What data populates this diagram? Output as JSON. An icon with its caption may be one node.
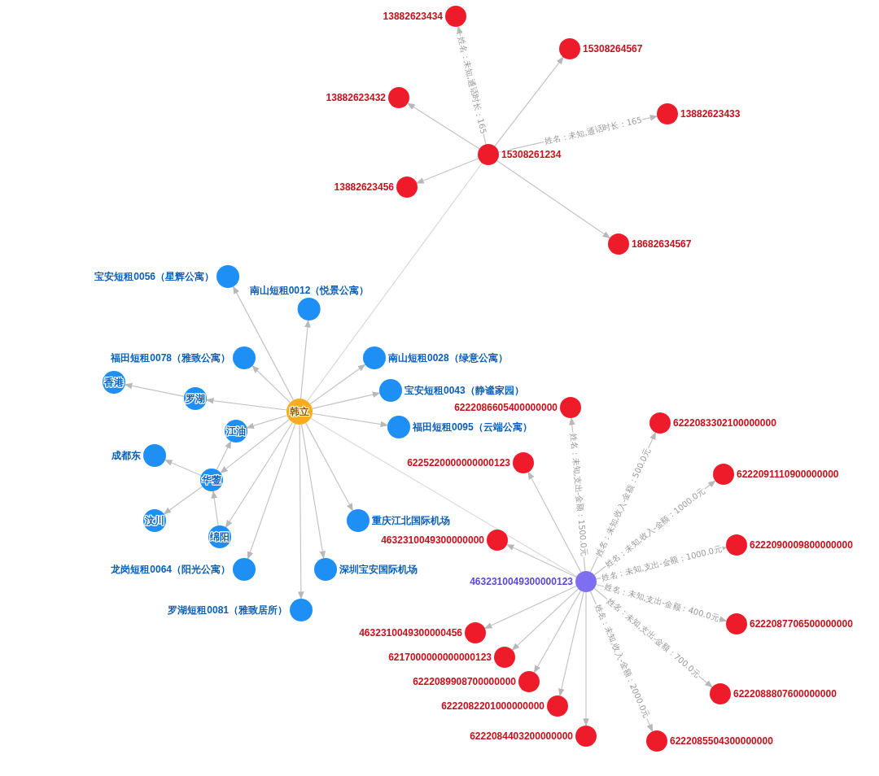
{
  "diagram": {
    "nodes": [
      {
        "text": [
          "韩立"
        ]
      },
      {
        "text": [
          "南山短租0012（悦景公寓）"
        ]
      },
      {
        "text": [
          "宝安短租0056（星辉公寓）"
        ]
      },
      {
        "text": [
          "南山短租0028（绿意公寓）"
        ]
      },
      {
        "text": [
          "香港"
        ]
      },
      {
        "text": [
          "福田短租0078（雅致公寓）"
        ]
      },
      {
        "text": [
          "罗湖"
        ]
      },
      {
        "text": [
          "宝安短租0043（静谧家园）"
        ]
      },
      {
        "text": [
          "江油"
        ]
      },
      {
        "text": [
          "福田短租0095（云端公寓）"
        ]
      },
      {
        "text": [
          "成都东"
        ]
      },
      {
        "text": [
          "华蓥"
        ]
      },
      {
        "text": [
          "重庆江北国际机场"
        ]
      },
      {
        "text": [
          "罗湖短租0081（雅致居所）"
        ]
      },
      {
        "text": [
          "汶川"
        ]
      },
      {
        "text": [
          "绵阳"
        ]
      },
      {
        "text": [
          "深圳宝安国际机场"
        ]
      },
      {
        "text": [
          "龙岗短租0064（阳光公寓）"
        ]
      },
      {
        "text": [
          "15308261234"
        ]
      },
      {
        "text": [
          "13882623434"
        ]
      },
      {
        "text": [
          "13882623432"
        ]
      },
      {
        "text": [
          "15308264567"
        ]
      },
      {
        "text": [
          "13882623433"
        ]
      },
      {
        "text": [
          "13882623456"
        ]
      },
      {
        "text": [
          "18682634567"
        ]
      },
      {
        "text": [
          "4632310049300000123"
        ]
      },
      {
        "text": [
          "6222086605400000000"
        ]
      },
      {
        "text": [
          "6222083302100000000"
        ]
      },
      {
        "text": [
          "6225220000000000123"
        ]
      },
      {
        "text": [
          "6222091110900000000"
        ]
      },
      {
        "text": [
          "4632310049300000000"
        ]
      },
      {
        "text": [
          "6222090009800000000"
        ]
      },
      {
        "text": [
          "4632310049300000456"
        ]
      },
      {
        "text": [
          "6222087706500000000"
        ]
      },
      {
        "text": [
          "6217000000000000123"
        ]
      },
      {
        "text": [
          "6222088807600000000"
        ]
      },
      {
        "text": [
          "6222089908700000000"
        ]
      },
      {
        "text": [
          "6222084403200000000"
        ]
      },
      {
        "text": [
          "6222085504300000000"
        ]
      },
      {
        "text": [
          "6222082201000000000"
        ]
      }
    ],
    "edges": [
      {
        "from": 0,
        "to": 1,
        "arrow": "to"
      },
      {
        "from": 0,
        "to": 2,
        "arrow": "to"
      },
      {
        "from": 0,
        "to": 3,
        "arrow": "to"
      },
      {
        "from": 0,
        "to": 5,
        "arrow": "to"
      },
      {
        "from": 0,
        "to": 6,
        "arrow": "to"
      },
      {
        "from": 6,
        "to": 4,
        "arrow": "to"
      },
      {
        "from": 0,
        "to": 7,
        "arrow": "to"
      },
      {
        "from": 0,
        "to": 8,
        "arrow": "to"
      },
      {
        "from": 0,
        "to": 9,
        "arrow": "to"
      },
      {
        "from": 0,
        "to": 11,
        "arrow": "to"
      },
      {
        "from": 11,
        "to": 8,
        "arrow": "to"
      },
      {
        "from": 11,
        "to": 10,
        "arrow": "to"
      },
      {
        "from": 11,
        "to": 14,
        "arrow": "to"
      },
      {
        "from": 15,
        "to": 11,
        "arrow": "to"
      },
      {
        "from": 0,
        "to": 15,
        "arrow": "to"
      },
      {
        "from": 0,
        "to": 12,
        "arrow": "to"
      },
      {
        "from": 0,
        "to": 13,
        "arrow": "to"
      },
      {
        "from": 0,
        "to": 16,
        "arrow": "to"
      },
      {
        "from": 0,
        "to": 17,
        "arrow": "to"
      },
      {
        "from": 0,
        "to": 18,
        "arrow": "none"
      },
      {
        "from": 0,
        "to": 25,
        "arrow": "none"
      },
      {
        "from": 18,
        "to": 19,
        "arrow": "to",
        "label": "姓名：未知,通话时长：165"
      },
      {
        "from": 18,
        "to": 20,
        "arrow": "to"
      },
      {
        "from": 18,
        "to": 21,
        "arrow": "to"
      },
      {
        "from": 18,
        "to": 22,
        "arrow": "to",
        "label": "姓名：未知,通话时长：165"
      },
      {
        "from": 18,
        "to": 23,
        "arrow": "to"
      },
      {
        "from": 18,
        "to": 24,
        "arrow": "to"
      },
      {
        "from": 25,
        "to": 26,
        "arrow": "to",
        "label": "姓名：未知,支出-金额：1500.0元"
      },
      {
        "from": 25,
        "to": 27,
        "arrow": "to",
        "label": "姓名：未知,收入-金额：500.0元"
      },
      {
        "from": 25,
        "to": 28,
        "arrow": "to"
      },
      {
        "from": 25,
        "to": 29,
        "arrow": "to",
        "label": "姓名：未知,收入-金额：1000.0元"
      },
      {
        "from": 25,
        "to": 30,
        "arrow": "to"
      },
      {
        "from": 25,
        "to": 31,
        "arrow": "to",
        "label": "姓名：未知,支出-金额：1000.0元"
      },
      {
        "from": 25,
        "to": 32,
        "arrow": "to"
      },
      {
        "from": 25,
        "to": 33,
        "arrow": "to",
        "label": "姓名：未知,支出-金额：400.0元"
      },
      {
        "from": 25,
        "to": 34,
        "arrow": "to"
      },
      {
        "from": 25,
        "to": 35,
        "arrow": "to",
        "label": "姓名：未知,支出-金额：700.0元"
      },
      {
        "from": 25,
        "to": 36,
        "arrow": "to"
      },
      {
        "from": 25,
        "to": 37,
        "arrow": "to"
      },
      {
        "from": 25,
        "to": 38,
        "arrow": "to",
        "label": "姓名：未知,收入-金额：2000.0元"
      },
      {
        "from": 25,
        "to": 39,
        "arrow": "to"
      }
    ]
  }
}
